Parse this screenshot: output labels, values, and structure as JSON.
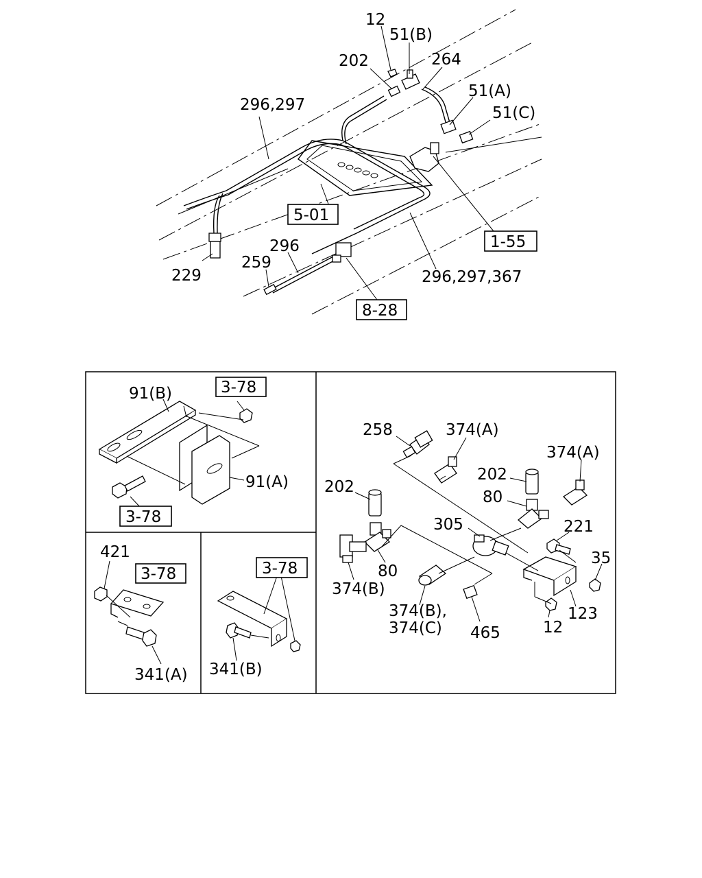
{
  "top_view": {
    "callouts": {
      "c12": "12",
      "c51b": "51(B)",
      "c202": "202",
      "c264": "264",
      "c296_297": "296,297",
      "c51a": "51(A)",
      "c51c": "51(C)",
      "c229": "229",
      "c296": "296",
      "c259": "259",
      "c296_297_367": "296,297,367"
    },
    "ref_boxes": {
      "r501": "5-01",
      "r155": "1-55",
      "r828": "8-28"
    }
  },
  "panel_bracket_a": {
    "callouts": {
      "c91b": "91(B)",
      "c91a": "91(A)"
    },
    "ref_boxes": {
      "r378_top": "3-78",
      "r378_bottom": "3-78"
    }
  },
  "panel_bracket_421": {
    "callouts": {
      "c421": "421",
      "c341a": "341(A)"
    },
    "ref_boxes": {
      "r378": "3-78"
    }
  },
  "panel_bracket_341b": {
    "callouts": {
      "c341b": "341(B)"
    },
    "ref_boxes": {
      "r378": "3-78"
    }
  },
  "panel_fittings": {
    "callouts": {
      "c258": "258",
      "c374a_1": "374(A)",
      "c374a_2": "374(A)",
      "c202_1": "202",
      "c202_2": "202",
      "c80_1": "80",
      "c80_2": "80",
      "c305": "305",
      "c221": "221",
      "c35": "35",
      "c374b": "374(B)",
      "c374bc_1": "374(B),",
      "c374bc_2": "374(C)",
      "c465": "465",
      "c12": "12",
      "c123": "123"
    }
  }
}
